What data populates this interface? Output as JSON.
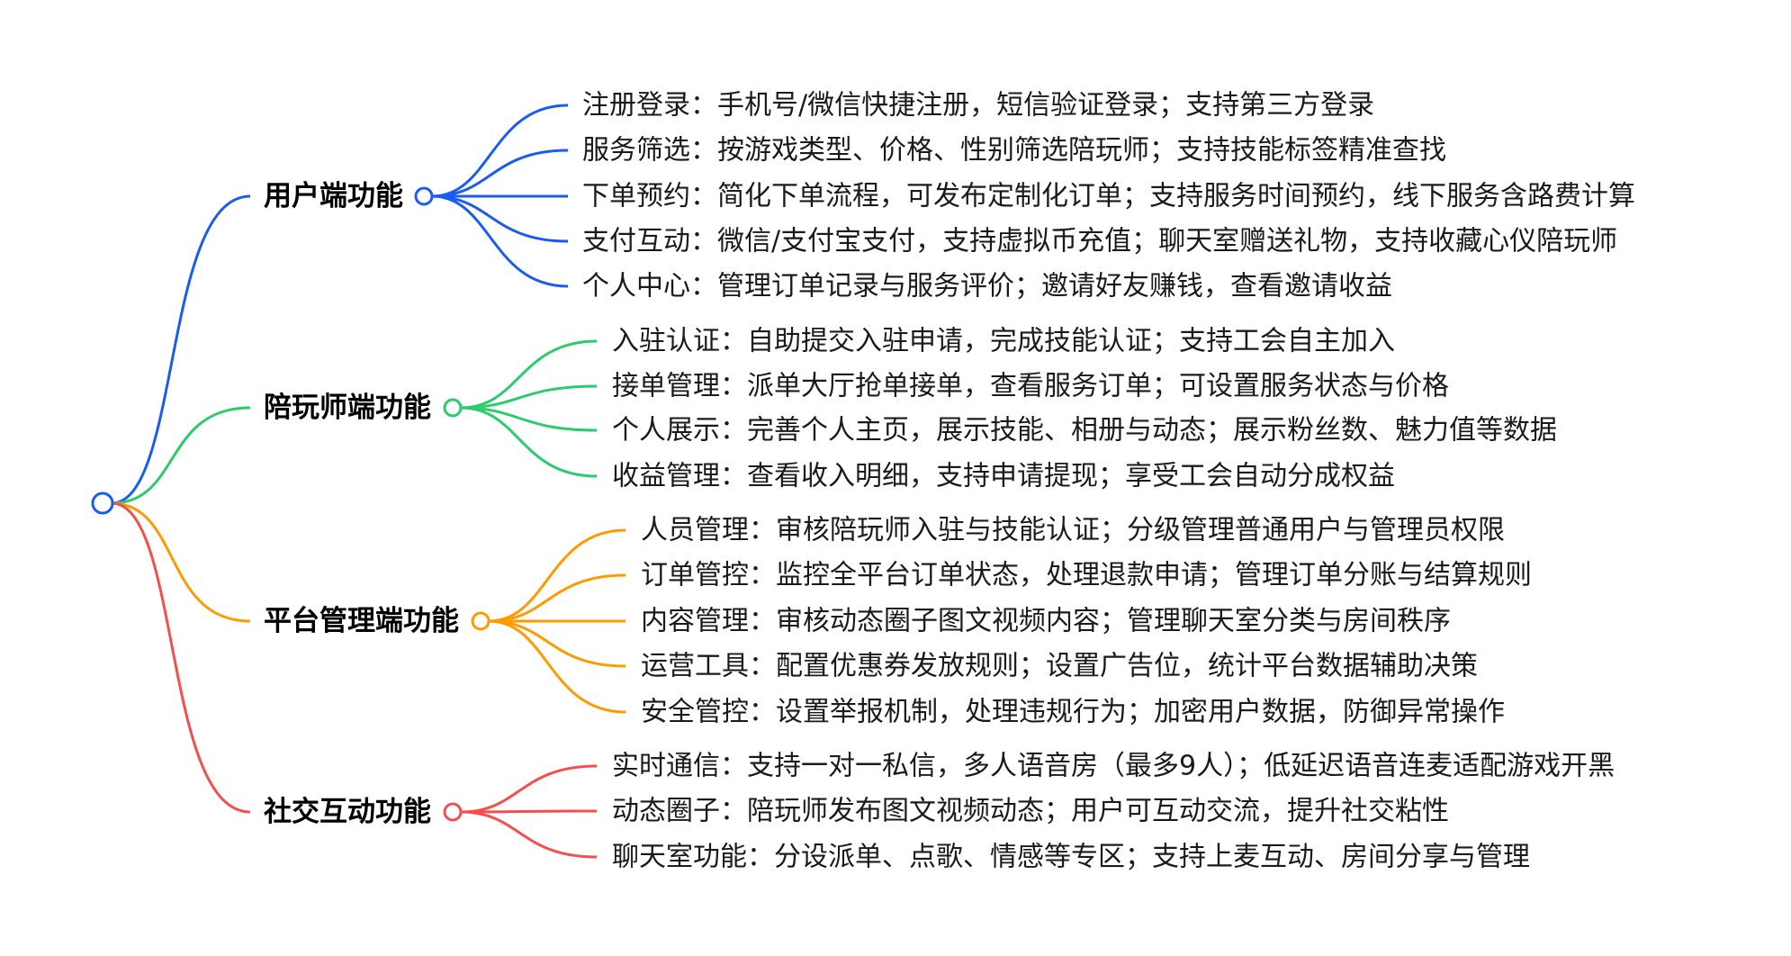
{
  "colors": {
    "root": "#1a5cf2",
    "groups": [
      "#1a5cf2",
      "#2ccb6c",
      "#ff9a00",
      "#f44e4e"
    ]
  },
  "mindmap": {
    "groups": [
      {
        "label": "用户端功能",
        "items": [
          "注册登录：手机号/微信快捷注册，短信验证登录；支持第三方登录",
          "服务筛选：按游戏类型、价格、性别筛选陪玩师；支持技能标签精准查找",
          "下单预约：简化下单流程，可发布定制化订单；支持服务时间预约，线下服务含路费计算",
          "支付互动：微信/支付宝支付，支持虚拟币充值；聊天室赠送礼物，支持收藏心仪陪玩师",
          "个人中心：管理订单记录与服务评价；邀请好友赚钱，查看邀请收益"
        ]
      },
      {
        "label": "陪玩师端功能",
        "items": [
          "入驻认证：自助提交入驻申请，完成技能认证；支持工会自主加入",
          "接单管理：派单大厅抢单接单，查看服务订单；可设置服务状态与价格",
          "个人展示：完善个人主页，展示技能、相册与动态；展示粉丝数、魅力值等数据",
          "收益管理：查看收入明细，支持申请提现；享受工会自动分成权益"
        ]
      },
      {
        "label": "平台管理端功能",
        "items": [
          "人员管理：审核陪玩师入驻与技能认证；分级管理普通用户与管理员权限",
          "订单管控：监控全平台订单状态，处理退款申请；管理订单分账与结算规则",
          "内容管理：审核动态圈子图文视频内容；管理聊天室分类与房间秩序",
          "运营工具：配置优惠券发放规则；设置广告位，统计平台数据辅助决策",
          "安全管控：设置举报机制，处理违规行为；加密用户数据，防御异常操作"
        ]
      },
      {
        "label": "社交互动功能",
        "items": [
          "实时通信：支持一对一私信，多人语音房（最多9人）；低延迟语音连麦适配游戏开黑",
          "动态圈子：陪玩师发布图文视频动态；用户可互动交流，提升社交粘性",
          "聊天室功能：分设派单、点歌、情感等专区；支持上麦互动、房间分享与管理"
        ]
      }
    ]
  }
}
